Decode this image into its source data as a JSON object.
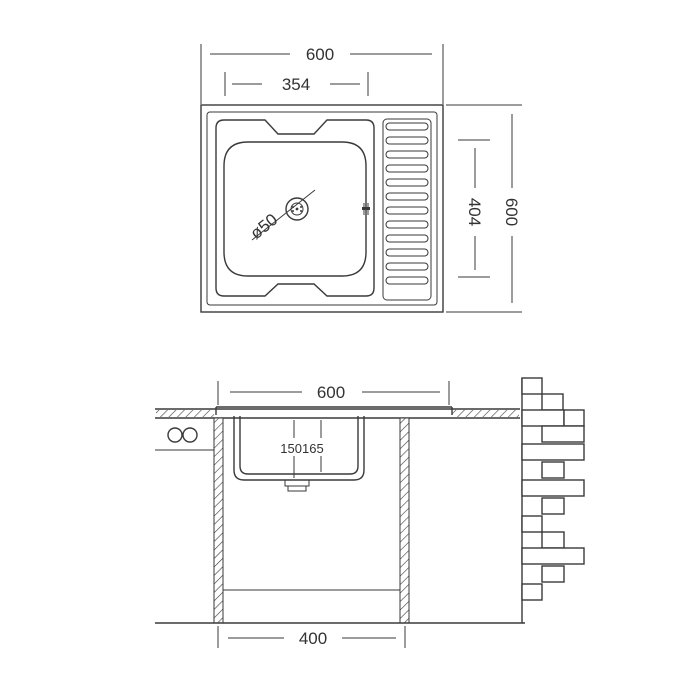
{
  "top_view": {
    "overall_width": "600",
    "bowl_width": "354",
    "overall_depth": "600",
    "bowl_depth": "404",
    "drain_diameter": "ø50"
  },
  "section_view": {
    "top_width": "600",
    "bottom_width": "400",
    "depth_labels": "150165"
  }
}
